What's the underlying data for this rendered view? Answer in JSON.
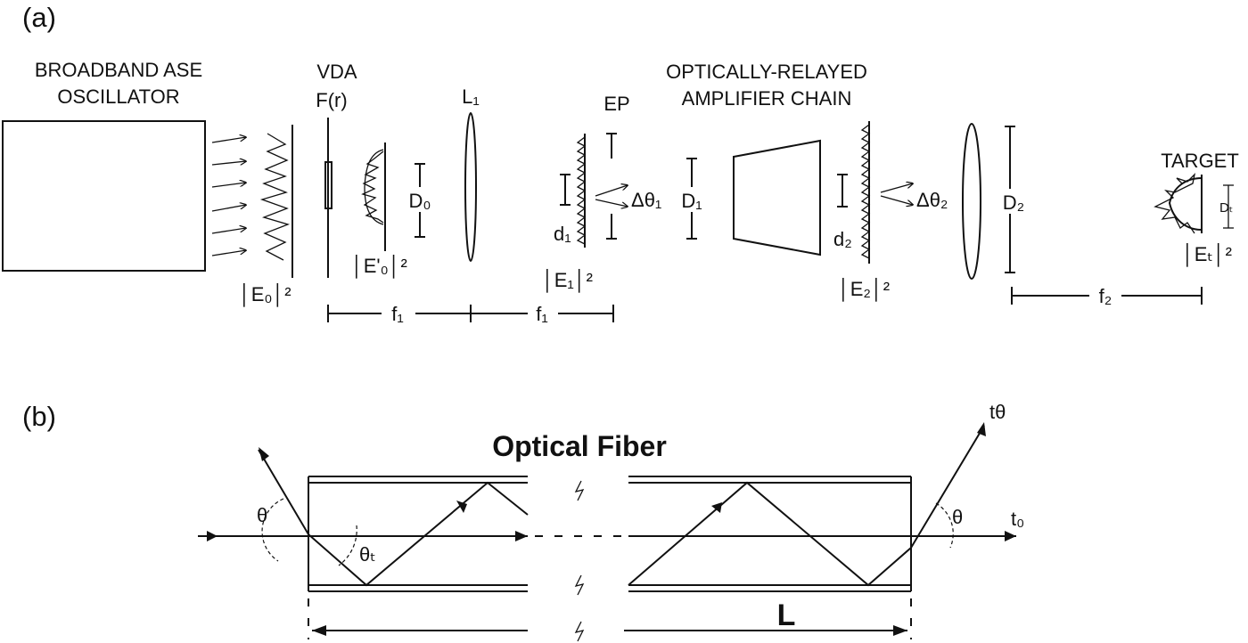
{
  "panel_a": {
    "label": "(a)",
    "oscillator_line1": "BROADBAND ASE",
    "oscillator_line2": "OSCILLATOR",
    "vda_line1": "VDA",
    "vda_line2": "F(r)",
    "lens1": "L₁",
    "ep": "EP",
    "chain_line1": "OPTICALLY-RELAYED",
    "chain_line2": "AMPLIFIER CHAIN",
    "target": "TARGET",
    "e0": "│E₀│²",
    "e0p": "│E'₀│²",
    "e1": "│E₁│²",
    "e2": "│E₂│²",
    "et": "│Eₜ│²",
    "d0_cap": "D₀",
    "d1_cap": "D₁",
    "d2_cap": "D₂",
    "dt_cap": "Dₜ",
    "d1_small": "d₁",
    "d2_small": "d₂",
    "dtheta1": "Δθ₁",
    "dtheta2": "Δθ₂",
    "f1_left": "f₁",
    "f1_right": "f₁",
    "f2": "f₂"
  },
  "panel_b": {
    "label": "(b)",
    "title": "Optical Fiber",
    "theta_in": "θ",
    "theta_t": "θₜ",
    "theta_out": "θ",
    "t_theta": "tθ",
    "t_zero": "t₀",
    "length": "L"
  }
}
